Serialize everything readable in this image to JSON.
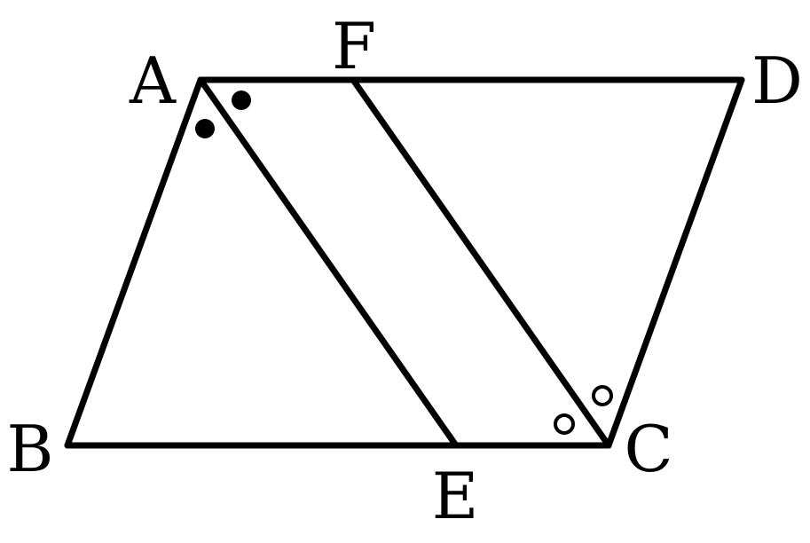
{
  "diagram": {
    "points": {
      "A": "A",
      "B": "B",
      "C": "C",
      "D": "D",
      "E": "E",
      "F": "F"
    },
    "segments": [
      "AB",
      "BC",
      "CD",
      "DA",
      "AE",
      "CF"
    ],
    "angle_marks": {
      "A": "filled-dot",
      "C": "open-circle"
    },
    "colors": {
      "stroke": "#000000",
      "background": "#ffffff"
    }
  }
}
